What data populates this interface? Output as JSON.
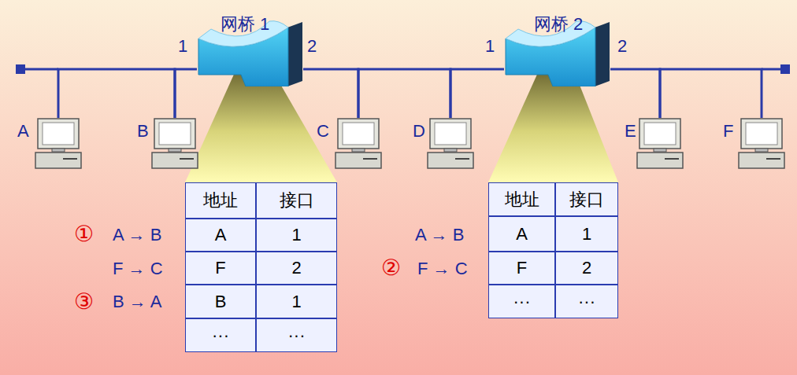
{
  "diagram": {
    "nodes": [
      {
        "text": [
          "A"
        ]
      },
      {
        "text": [
          "B"
        ]
      },
      {
        "text": [
          "网桥 1"
        ]
      },
      {
        "text": [
          "C"
        ]
      },
      {
        "text": [
          "D"
        ]
      },
      {
        "text": [
          "网桥 2"
        ]
      },
      {
        "text": [
          "E"
        ]
      },
      {
        "text": [
          "F"
        ]
      }
    ],
    "edges": [
      {
        "from": 0,
        "to": 1,
        "arrow": "none"
      },
      {
        "from": 1,
        "to": 2,
        "arrow": "none"
      },
      {
        "from": 2,
        "to": 3,
        "arrow": "none"
      },
      {
        "from": 3,
        "to": 4,
        "arrow": "none"
      },
      {
        "from": 4,
        "to": 5,
        "arrow": "none"
      },
      {
        "from": 5,
        "to": 6,
        "arrow": "none"
      },
      {
        "from": 6,
        "to": 7,
        "arrow": "none"
      }
    ],
    "labels": [
      "1",
      "2",
      "1",
      "2",
      "地址",
      "接口",
      "①",
      "A → B",
      "A",
      "1",
      "F → C",
      "F",
      "2",
      "③",
      "B → A",
      "B",
      "1",
      "···",
      "···",
      "地址",
      "接口",
      "A → B",
      "A",
      "1",
      "②",
      "F → C",
      "F",
      "2",
      "···",
      "···"
    ]
  }
}
